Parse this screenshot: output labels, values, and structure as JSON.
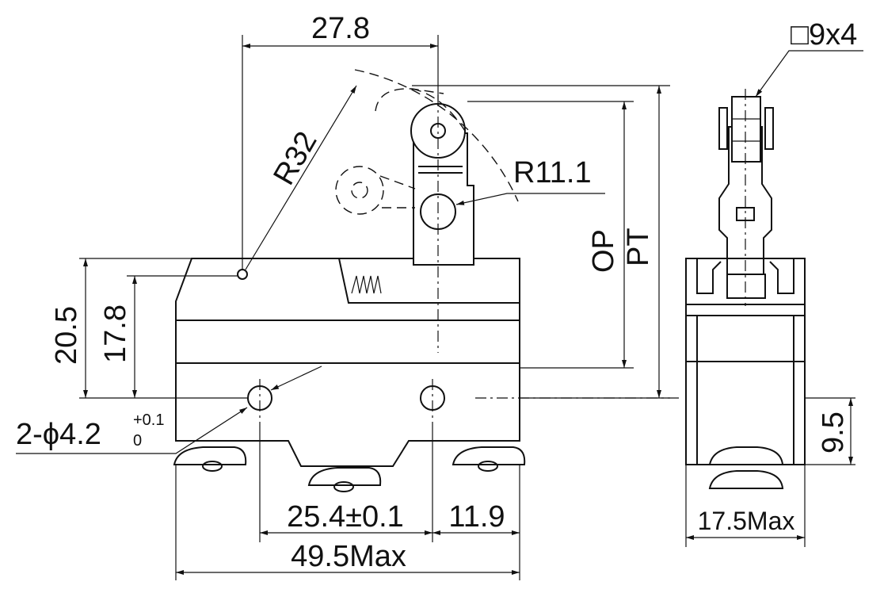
{
  "dimensions": {
    "lever_offset": "27.8",
    "lever_radius": "R32",
    "roller_radius": "R11.1",
    "op_label": "OP",
    "pt_label": "PT",
    "total_height": "20.5",
    "hole_height": "17.8",
    "mount_holes_prefix": "2-ϕ4.2",
    "mount_holes_tol_upper": "+0.1",
    "mount_holes_tol_lower": "0",
    "hole_spacing": "25.4±0.1",
    "hole_edge_offset": "11.9",
    "body_length": "49.5Max",
    "roller_size": "□9x4",
    "side_hole_height": "9.5",
    "body_width": "17.5Max"
  }
}
